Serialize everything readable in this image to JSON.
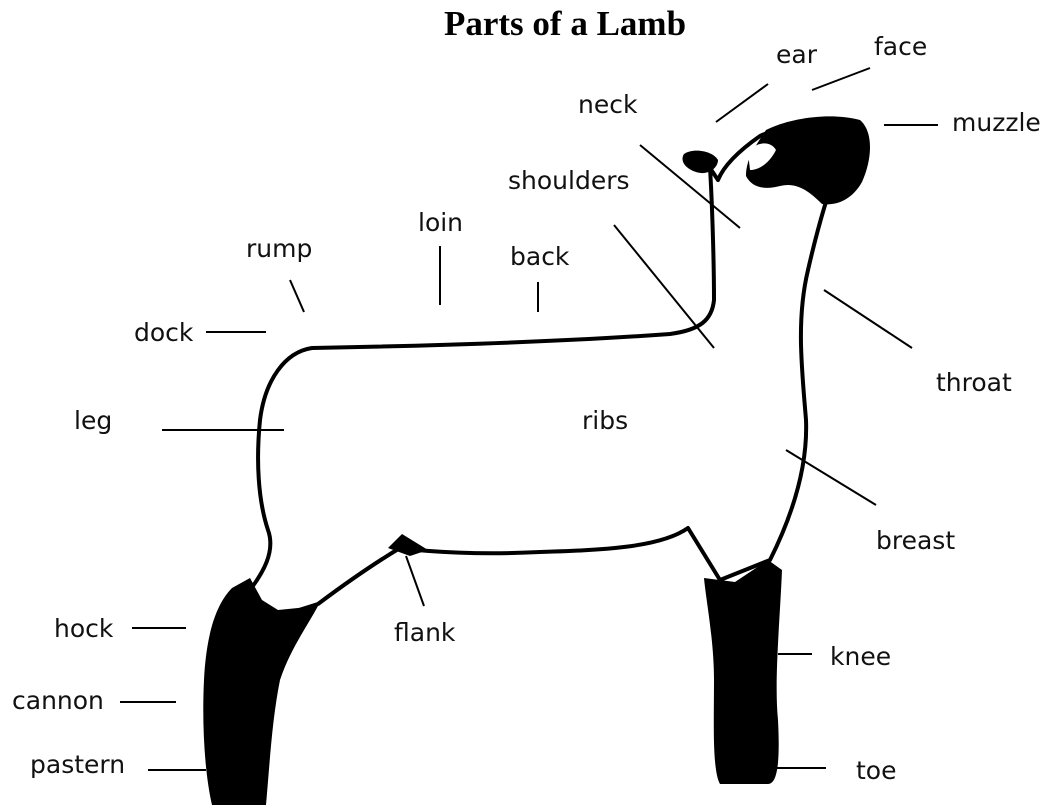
{
  "title": "Parts of a Lamb",
  "colors": {
    "outline": "#000000",
    "body_fill": "#ffffff",
    "dark_fill": "#000000",
    "label_text": "#111111"
  },
  "labels": {
    "ear": "ear",
    "face": "face",
    "muzzle": "muzzle",
    "neck": "neck",
    "shoulders": "shoulders",
    "loin": "loin",
    "back": "back",
    "rump": "rump",
    "dock": "dock",
    "leg": "leg",
    "ribs": "ribs",
    "throat": "throat",
    "breast": "breast",
    "flank": "flank",
    "hock": "hock",
    "cannon": "cannon",
    "pastern": "pastern",
    "knee": "knee",
    "toe": "toe"
  }
}
